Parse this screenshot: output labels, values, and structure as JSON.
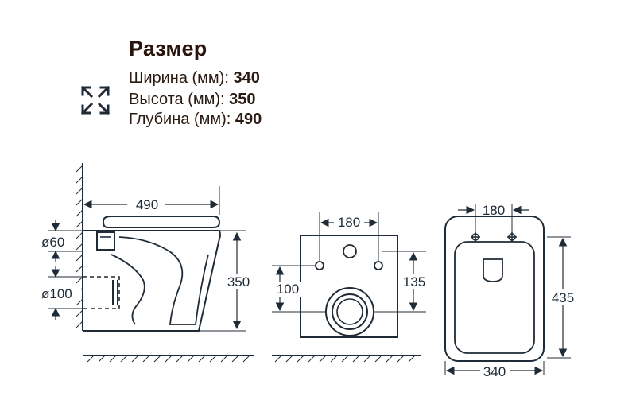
{
  "specs": {
    "title": "Размер",
    "rows": [
      {
        "label": "Ширина (мм): ",
        "value": "340"
      },
      {
        "label": "Высота (мм): ",
        "value": "350"
      },
      {
        "label": "Глубина (мм): ",
        "value": "490"
      }
    ],
    "icon": "expand-arrows-icon"
  },
  "drawing": {
    "side_view": {
      "depth": "490",
      "height": "350",
      "outlet_small": "ø60",
      "outlet_large": "ø100"
    },
    "back_view": {
      "mount_spacing": "180",
      "mount_height": "100",
      "outlet_height": "135"
    },
    "top_view": {
      "mount_spacing": "180",
      "length": "435",
      "width": "340"
    }
  },
  "colors": {
    "line": "#1f2b36",
    "text": "#2a1a12"
  }
}
